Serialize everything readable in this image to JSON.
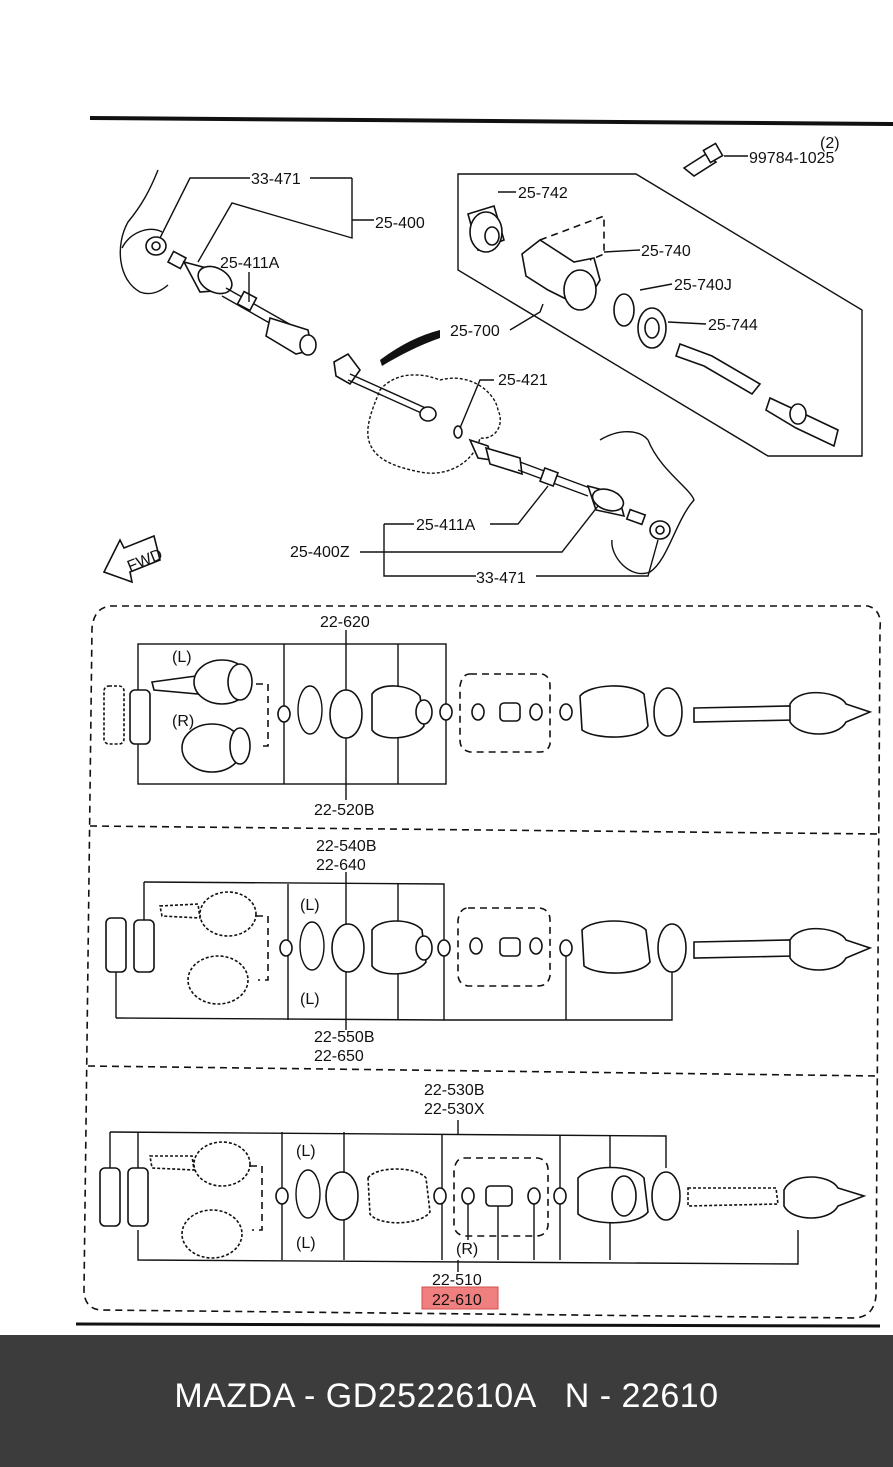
{
  "labels": {
    "p33471_top": "33-471",
    "p25400": "25-400",
    "p25411a_top": "25-411A",
    "p99784_qty": "(2)",
    "p99784": "99784-1025",
    "p25742": "25-742",
    "p25740": "25-740",
    "p25740j": "25-740J",
    "p25744": "25-744",
    "p25700": "25-700",
    "p25421": "25-421",
    "p25411a_bot": "25-411A",
    "p25400z": "25-400Z",
    "p33471_bot": "33-471",
    "fwd": "FWD"
  },
  "panel1": {
    "p22620": "22-620",
    "l_mark": "(L)",
    "r_mark": "(R)",
    "p22520b": "22-520B"
  },
  "panel2": {
    "p22540b": "22-540B",
    "p22640": "22-640",
    "l_mark_top": "(L)",
    "l_mark_bot": "(L)",
    "p22550b": "22-550B",
    "p22650": "22-650"
  },
  "panel3": {
    "p22530b": "22-530B",
    "p22530x": "22-530X",
    "l_mark_top": "(L)",
    "l_mark_bot": "(L)",
    "r_mark": "(R)",
    "p22510": "22-510",
    "p22610": "22-610"
  },
  "colors": {
    "highlight": "#f08080",
    "footer_bg": "#3c3c3c"
  },
  "footer": {
    "caption": "MAZDA - GD2522610A   N - 22610"
  }
}
